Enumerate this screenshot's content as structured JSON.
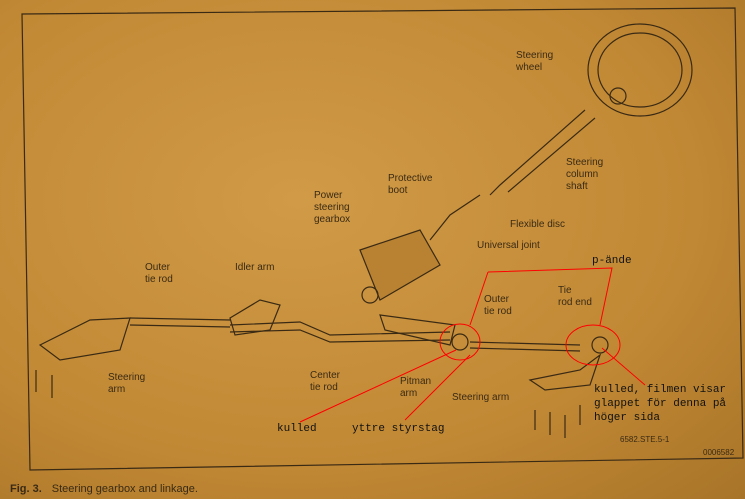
{
  "figure": {
    "number": "Fig. 3.",
    "caption": "Steering gearbox and linkage.",
    "code": "6582.STE.5-1",
    "id": "0006582"
  },
  "labels": {
    "steering_wheel_1": "Steering",
    "steering_wheel_2": "wheel",
    "column_1": "Steering",
    "column_2": "column",
    "column_3": "shaft",
    "boot_1": "Protective",
    "boot_2": "boot",
    "flexible_disc": "Flexible disc",
    "gearbox_1": "Power",
    "gearbox_2": "steering",
    "gearbox_3": "gearbox",
    "universal_joint": "Universal joint",
    "outer_tie_rod_left_1": "Outer",
    "outer_tie_rod_left_2": "tie rod",
    "idler_arm": "Idler arm",
    "steering_arm_left_1": "Steering",
    "steering_arm_left_2": "arm",
    "center_tie_rod_1": "Center",
    "center_tie_rod_2": "tie rod",
    "pitman_arm_1": "Pitman",
    "pitman_arm_2": "arm",
    "outer_tie_rod_right_1": "Outer",
    "outer_tie_rod_right_2": "tie rod",
    "tie_rod_end_1": "Tie",
    "tie_rod_end_2": "rod end",
    "steering_arm_right": "Steering arm"
  },
  "annotations": {
    "p_ande": "p-ände",
    "kulled": "kulled",
    "yttre_styrstag": "yttre styrstag",
    "kulled_note_1": "kulled, filmen visar",
    "kulled_note_2": "glappet för denna på",
    "kulled_note_3": "höger sida"
  },
  "colors": {
    "annotation": "#ff0000",
    "paper": "#c58c38"
  }
}
